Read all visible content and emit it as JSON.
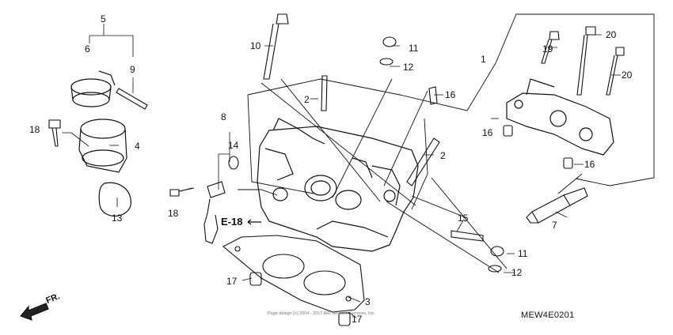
{
  "callouts": [
    {
      "key": "p5",
      "text": "5"
    },
    {
      "key": "p6",
      "text": "6"
    },
    {
      "key": "p9",
      "text": "9"
    },
    {
      "key": "p18a",
      "text": "18"
    },
    {
      "key": "p4",
      "text": "4"
    },
    {
      "key": "p13",
      "text": "13"
    },
    {
      "key": "p10",
      "text": "10"
    },
    {
      "key": "p11a",
      "text": "11"
    },
    {
      "key": "p12a",
      "text": "12"
    },
    {
      "key": "p2a",
      "text": "2"
    },
    {
      "key": "p16a",
      "text": "16"
    },
    {
      "key": "p8",
      "text": "8"
    },
    {
      "key": "p14",
      "text": "14"
    },
    {
      "key": "p2b",
      "text": "2"
    },
    {
      "key": "p18b",
      "text": "18"
    },
    {
      "key": "p1",
      "text": "1"
    },
    {
      "key": "p19",
      "text": "19"
    },
    {
      "key": "p20a",
      "text": "20"
    },
    {
      "key": "p20b",
      "text": "20"
    },
    {
      "key": "p16b",
      "text": "16"
    },
    {
      "key": "p16c",
      "text": "16"
    },
    {
      "key": "p7",
      "text": "7"
    },
    {
      "key": "p15",
      "text": "15"
    },
    {
      "key": "p11b",
      "text": "11"
    },
    {
      "key": "p12b",
      "text": "12"
    },
    {
      "key": "p17a",
      "text": "17"
    },
    {
      "key": "p3",
      "text": "3"
    },
    {
      "key": "p17b",
      "text": "17"
    }
  ],
  "reference_tag": "E-18",
  "direction_label": "FR.",
  "diagram_code": "MEW4E0201",
  "copyright": "Page design (c) 2004 - 2017 ARI Network Services, Inc."
}
